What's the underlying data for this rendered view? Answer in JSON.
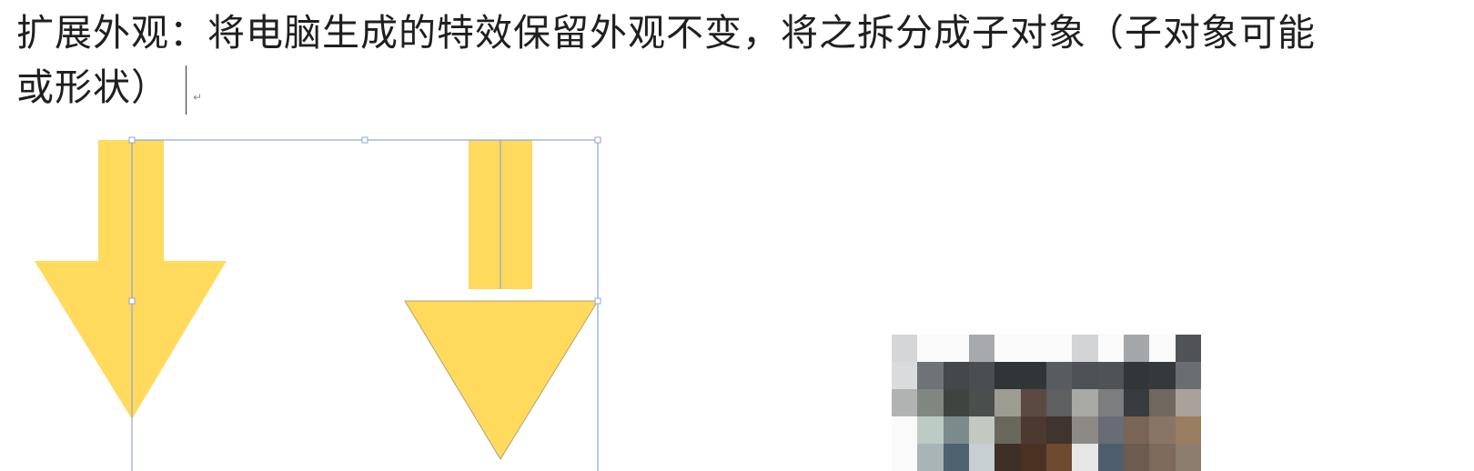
{
  "document": {
    "line1": "扩展外观：将电脑生成的特效保留外观不变，将之拆分成子对象（子对象可能",
    "line2": "或形状）",
    "paragraph_mark": "↵"
  },
  "colors": {
    "arrow_fill": "#FFDA5C",
    "selection_stroke": "#8DA6D9",
    "text": "#1f1f1f"
  },
  "image": {
    "description_visible": "pixelated (mosaic) image"
  }
}
